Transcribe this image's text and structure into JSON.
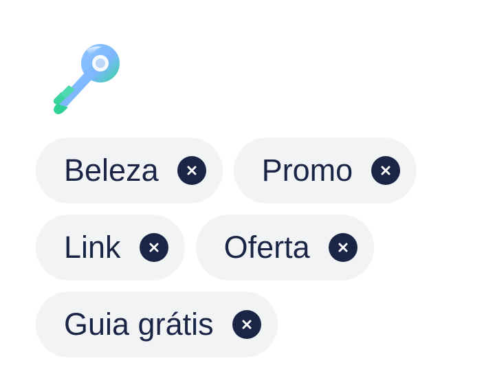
{
  "header": {
    "icon": "key-icon"
  },
  "chips": [
    {
      "label": "Beleza",
      "remove_icon": "close-circle-icon"
    },
    {
      "label": "Promo",
      "remove_icon": "close-circle-icon"
    },
    {
      "label": "Link",
      "remove_icon": "close-circle-icon"
    },
    {
      "label": "Oferta",
      "remove_icon": "close-circle-icon"
    },
    {
      "label": "Guia grátis",
      "remove_icon": "close-circle-icon"
    }
  ],
  "colors": {
    "chip_background": "#f1f3f5",
    "chip_text": "#1a2546",
    "key_gradient_top": "#8ec5ff",
    "key_gradient_bottom": "#35d39d"
  }
}
